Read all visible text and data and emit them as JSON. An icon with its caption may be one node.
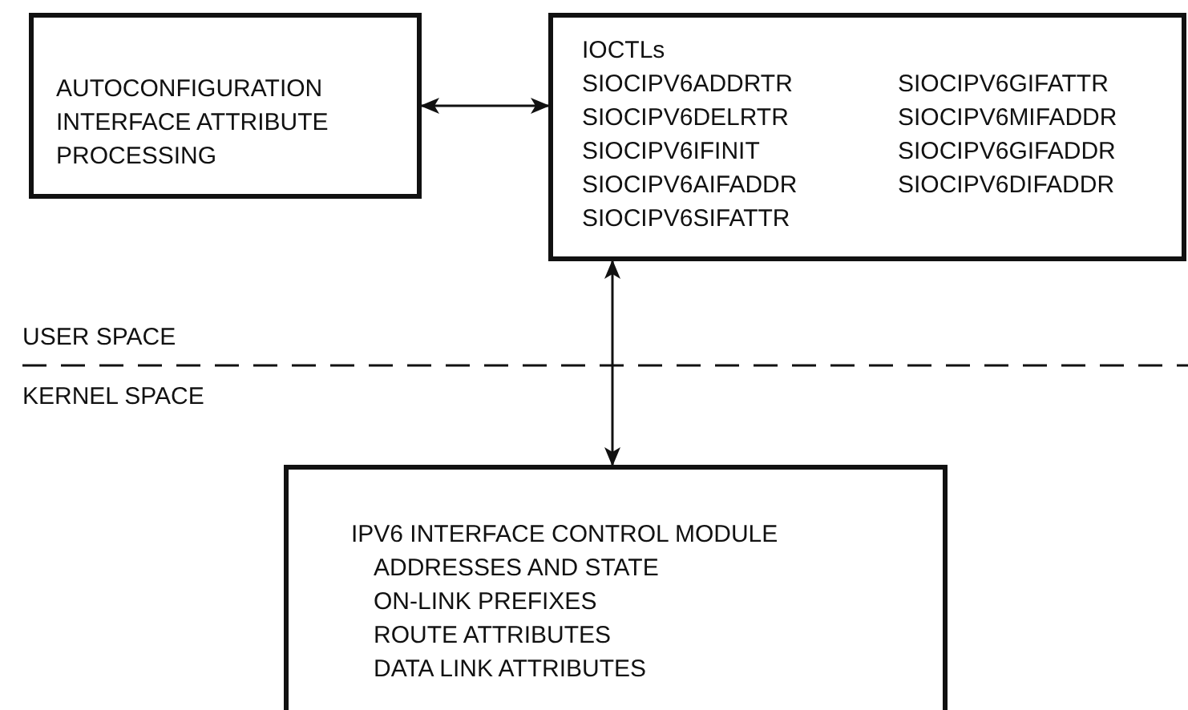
{
  "diagram": {
    "nodes": [
      {
        "text": [
          "AUTOCONFIGURATION INTERFACE ATTRIBUTE PROCESSING"
        ]
      },
      {
        "text": [
          "IOCTLs",
          "SIOCIPV6ADDRTR",
          "SIOCIPV6DELRTR",
          "SIOCIPV6IFINIT",
          "SIOCIPV6AIFADDR",
          "SIOCIPV6SIFATTR",
          "SIOCIPV6GIFATTR",
          "SIOCIPV6MIFADDR",
          "SIOCIPV6GIFADDR",
          "SIOCIPV6DIFADDR"
        ]
      },
      {
        "text": [
          "IPV6 INTERFACE CONTROL MODULE",
          "ADDRESSES AND STATE",
          "ON-LINK PREFIXES",
          "ROUTE ATTRIBUTES",
          "DATA LINK ATTRIBUTES"
        ]
      }
    ],
    "edges": [
      {
        "from": 0,
        "to": 1,
        "arrow": "both"
      },
      {
        "from": 1,
        "to": 2,
        "arrow": "both"
      }
    ],
    "labels": [
      "USER SPACE",
      "KERNEL SPACE"
    ]
  }
}
